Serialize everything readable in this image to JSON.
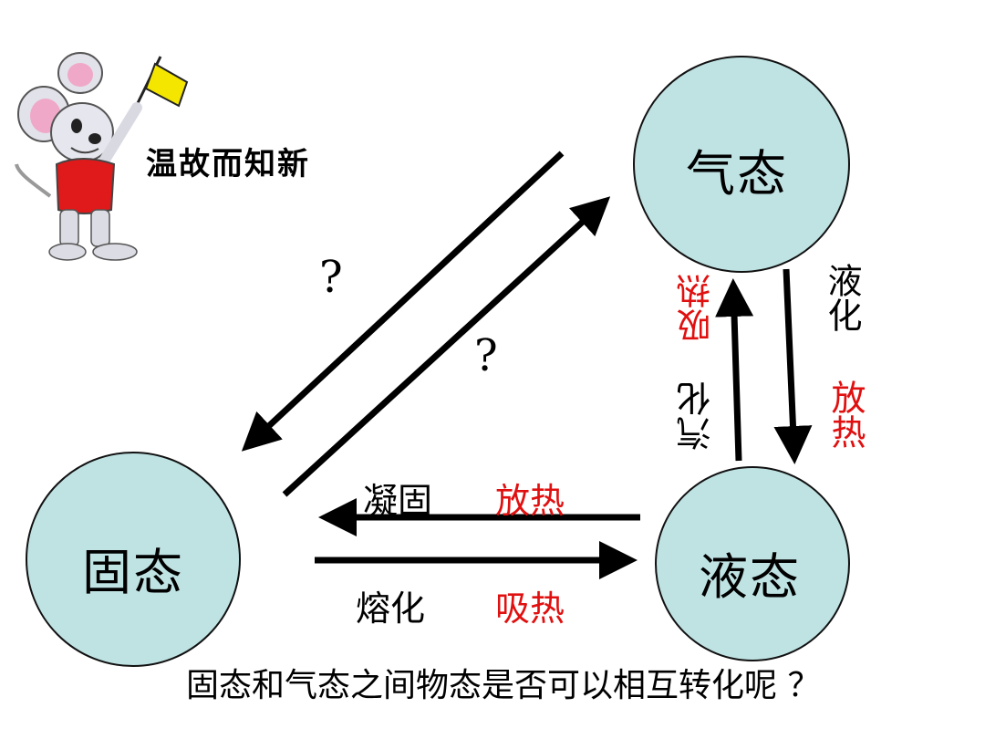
{
  "header": {
    "motto": "温故而知新"
  },
  "states": {
    "gas": "气态",
    "liquid": "液态",
    "solid": "固态"
  },
  "transitions": {
    "solidification": {
      "process": "凝固",
      "heat": "放热"
    },
    "melting": {
      "process": "熔化",
      "heat": "吸热"
    },
    "vaporization": {
      "process": "汽化",
      "heat": "吸热"
    },
    "liquefaction": {
      "process": "液化",
      "heat": "放热"
    },
    "gas_to_solid": {
      "process": "?"
    },
    "solid_to_gas": {
      "process": "?"
    }
  },
  "question": "固态和气态之间物态是否可以相互转化呢 ？",
  "colors": {
    "circle_fill": "#bfe2e3",
    "circle_stroke": "#111111",
    "arrow": "#000000",
    "heat_text": "#e01010",
    "flag": "#f5e600"
  },
  "icons": {
    "mascot": "mouse-holding-flag-icon"
  }
}
